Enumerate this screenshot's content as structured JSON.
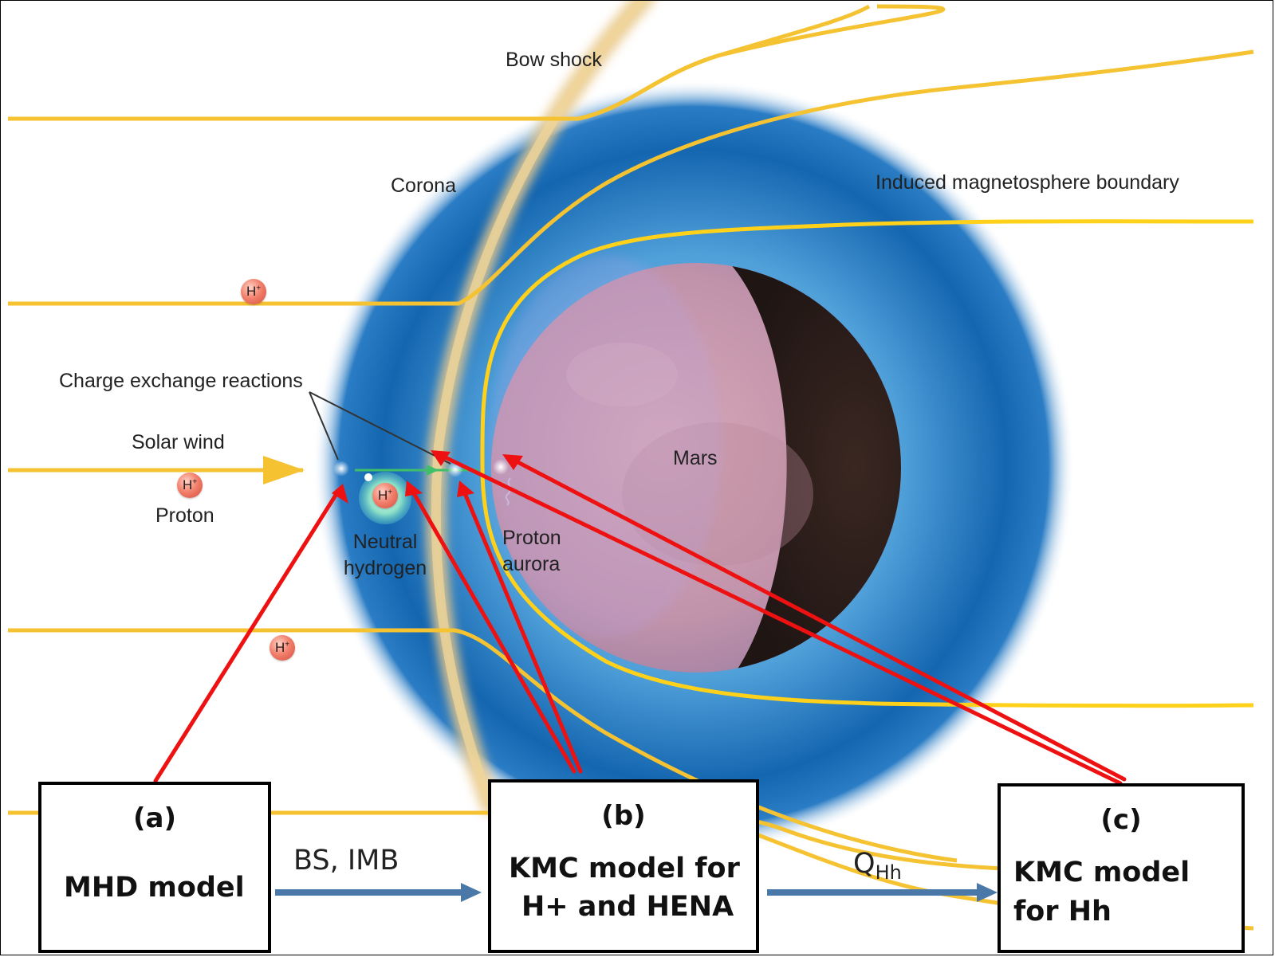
{
  "labels": {
    "bow_shock": "Bow shock",
    "corona": "Corona",
    "imb": "Induced magnetosphere boundary",
    "charge_exchange": "Charge exchange reactions",
    "solar_wind": "Solar wind",
    "proton": "Proton",
    "neutral_hydrogen_line1": "Neutral",
    "neutral_hydrogen_line2": "hydrogen",
    "proton_aurora_line1": "Proton",
    "proton_aurora_line2": "aurora",
    "mars": "Mars"
  },
  "ion_label": "H",
  "ion_charge": "+",
  "boxes": {
    "a": {
      "tag": "(a)",
      "line1": "MHD model",
      "line2": ""
    },
    "b": {
      "tag": "(b)",
      "line1": "KMC model for",
      "line2": "H+ and HENA"
    },
    "c": {
      "tag": "(c)",
      "line1": "KMC model",
      "line2": "for Hh"
    }
  },
  "flows": {
    "a_to_b": "BS, IMB",
    "b_to_c_main": "Q",
    "b_to_c_sub": "Hh"
  },
  "colors": {
    "field_line": "#f5c232",
    "corona_blue": "#1f6fb8",
    "mars_surface": "#c79aae",
    "mars_night": "#2e1f1c",
    "red_arrow": "#ee1111",
    "flow_arrow": "#4a78a8",
    "bow_shock_band": "#e9c98c"
  }
}
